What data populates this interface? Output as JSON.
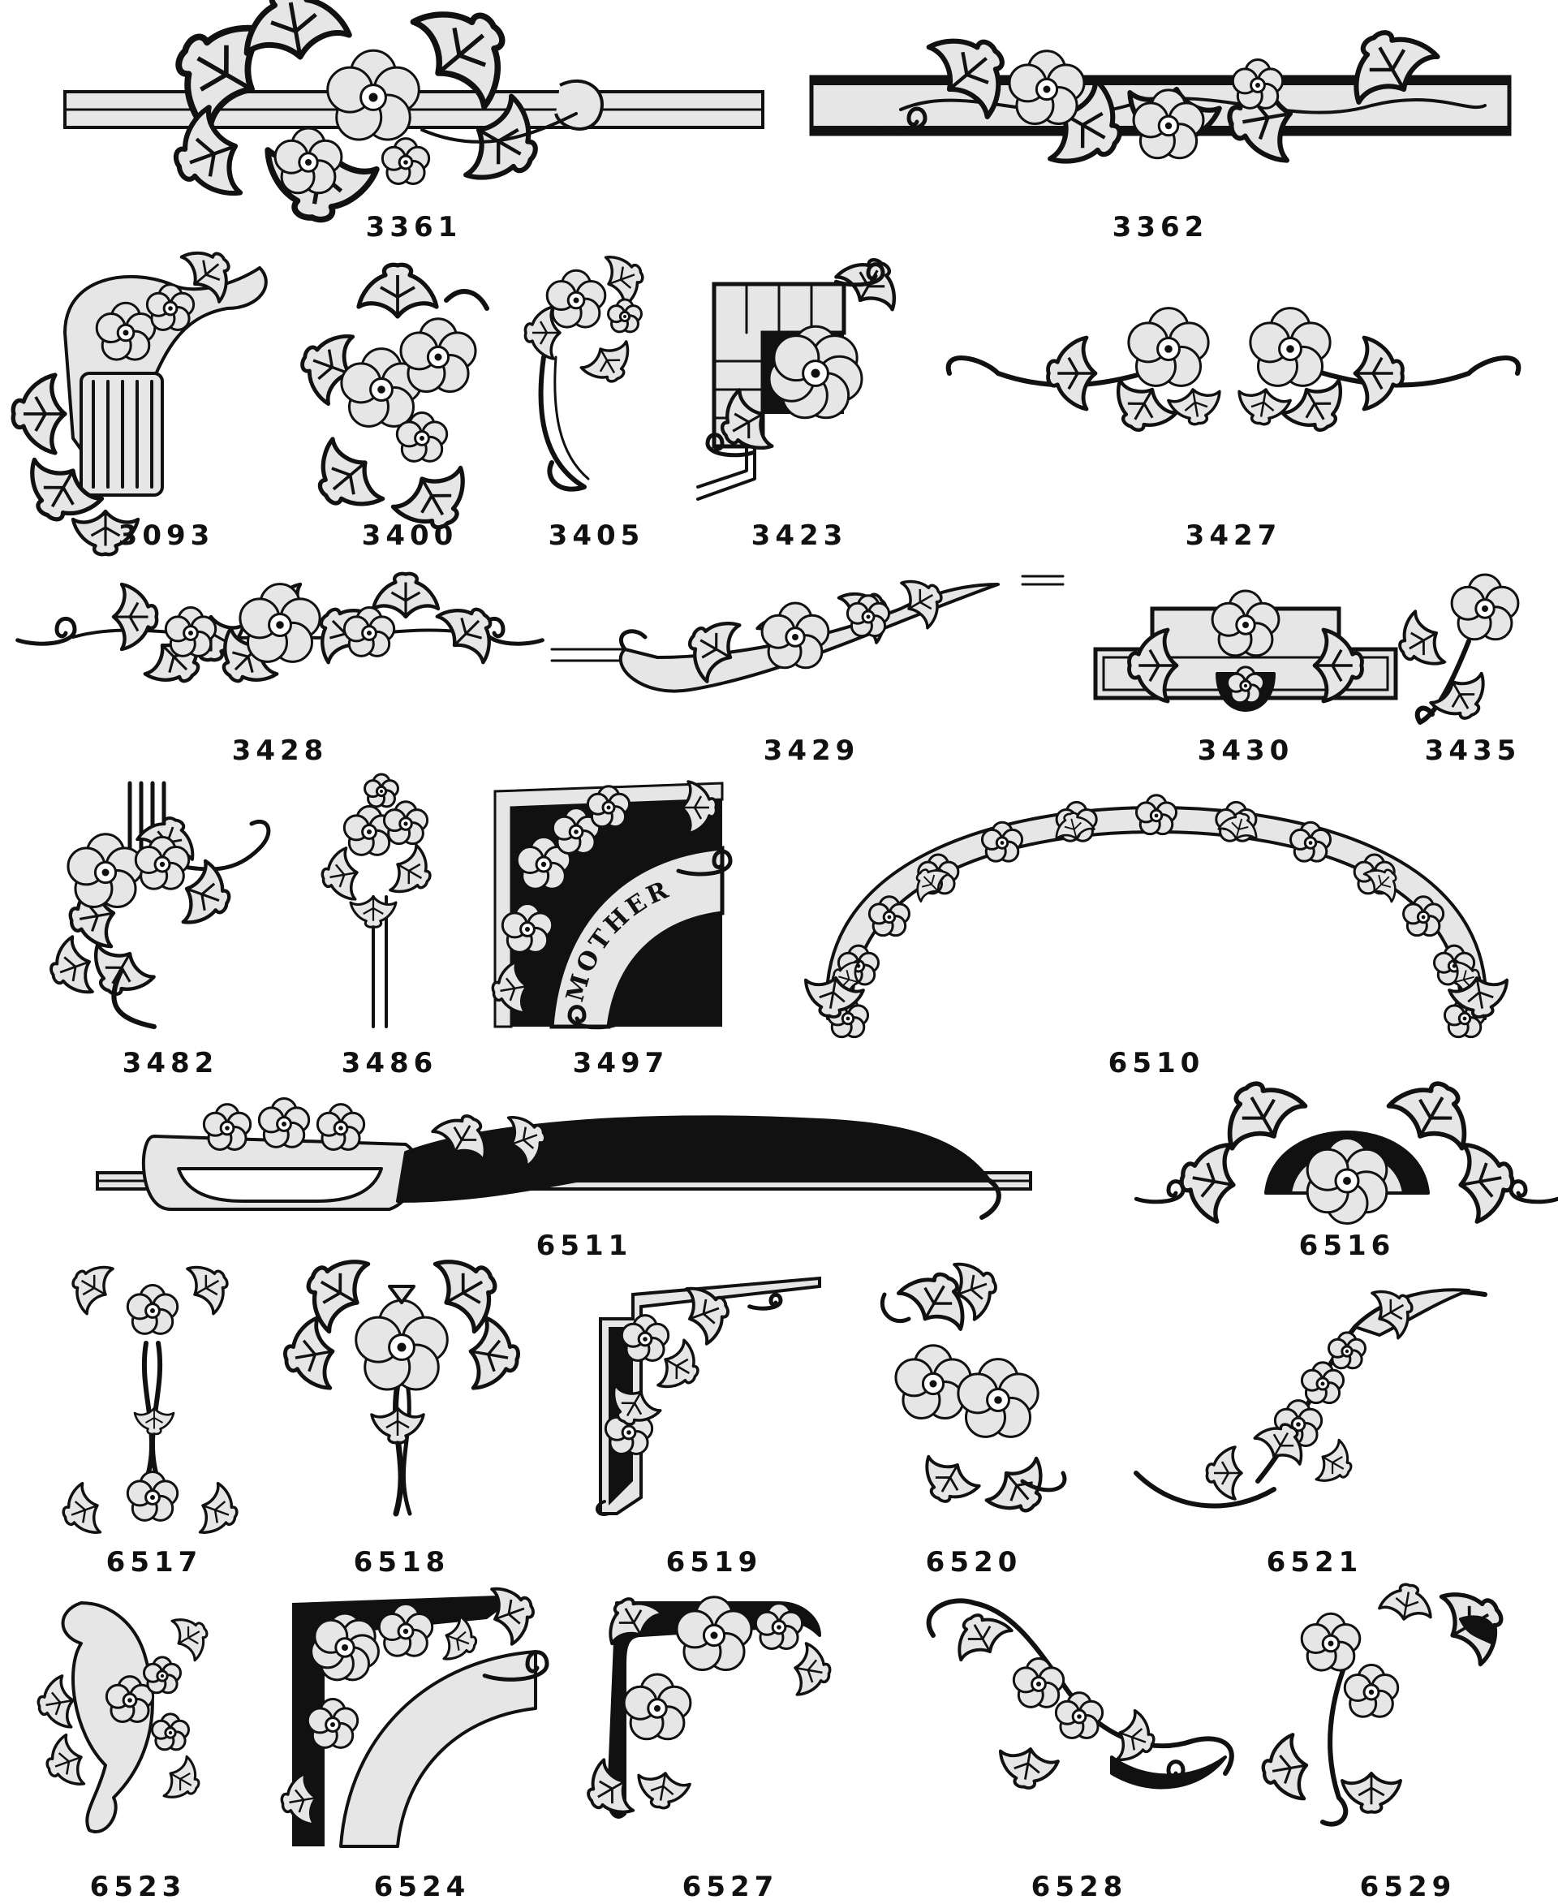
{
  "colors": {
    "ink": "#111111",
    "fill": "#e6e6e6",
    "paper": "#ffffff"
  },
  "items": [
    {
      "code": "3361",
      "type": "bar",
      "icon": "floral-bar-knot-icon"
    },
    {
      "code": "3362",
      "type": "band",
      "icon": "floral-band-icon"
    },
    {
      "code": "3093",
      "type": "urn",
      "icon": "urn-corner-icon"
    },
    {
      "code": "3400",
      "type": "cluster",
      "icon": "flower-cluster-icon"
    },
    {
      "code": "3405",
      "type": "sprig",
      "icon": "flower-sprig-icon"
    },
    {
      "code": "3423",
      "type": "frame-corner",
      "icon": "frame-corner-flower-icon"
    },
    {
      "code": "3427",
      "type": "pair",
      "icon": "flower-pair-icon"
    },
    {
      "code": "3428",
      "type": "garland",
      "icon": "garland-icon"
    },
    {
      "code": "3429",
      "type": "swoosh",
      "icon": "floral-swoosh-icon"
    },
    {
      "code": "3430",
      "type": "plaque",
      "icon": "floral-plaque-icon"
    },
    {
      "code": "3435",
      "type": "small-spray",
      "icon": "small-flower-spray-icon"
    },
    {
      "code": "3482",
      "type": "column-corner",
      "icon": "column-flower-corner-icon"
    },
    {
      "code": "3486",
      "type": "post",
      "icon": "flower-post-icon"
    },
    {
      "code": "3497",
      "type": "mother-corner",
      "icon": "mother-scroll-corner-icon",
      "text": "MOTHER"
    },
    {
      "code": "6510",
      "type": "arch",
      "icon": "floral-arch-icon"
    },
    {
      "code": "6511",
      "type": "bowl-bar",
      "icon": "flower-bowl-bar-icon"
    },
    {
      "code": "6516",
      "type": "fan",
      "icon": "floral-fan-icon"
    },
    {
      "code": "6517",
      "type": "double-column",
      "icon": "double-flower-column-icon"
    },
    {
      "code": "6518",
      "type": "stem",
      "icon": "flower-stem-icon"
    },
    {
      "code": "6519",
      "type": "bracket",
      "icon": "floral-bracket-icon"
    },
    {
      "code": "6520",
      "type": "spray",
      "icon": "flower-spray-icon"
    },
    {
      "code": "6521",
      "type": "diagonal",
      "icon": "diagonal-floral-spray-icon"
    },
    {
      "code": "6523",
      "type": "vertical-spray",
      "icon": "vertical-flower-spray-icon"
    },
    {
      "code": "6524",
      "type": "scroll-corner",
      "icon": "scroll-corner-icon"
    },
    {
      "code": "6527",
      "type": "corner",
      "icon": "flower-corner-icon"
    },
    {
      "code": "6528",
      "type": "curl",
      "icon": "floral-curl-icon"
    },
    {
      "code": "6529",
      "type": "corner-spray",
      "icon": "corner-flower-spray-icon"
    }
  ]
}
